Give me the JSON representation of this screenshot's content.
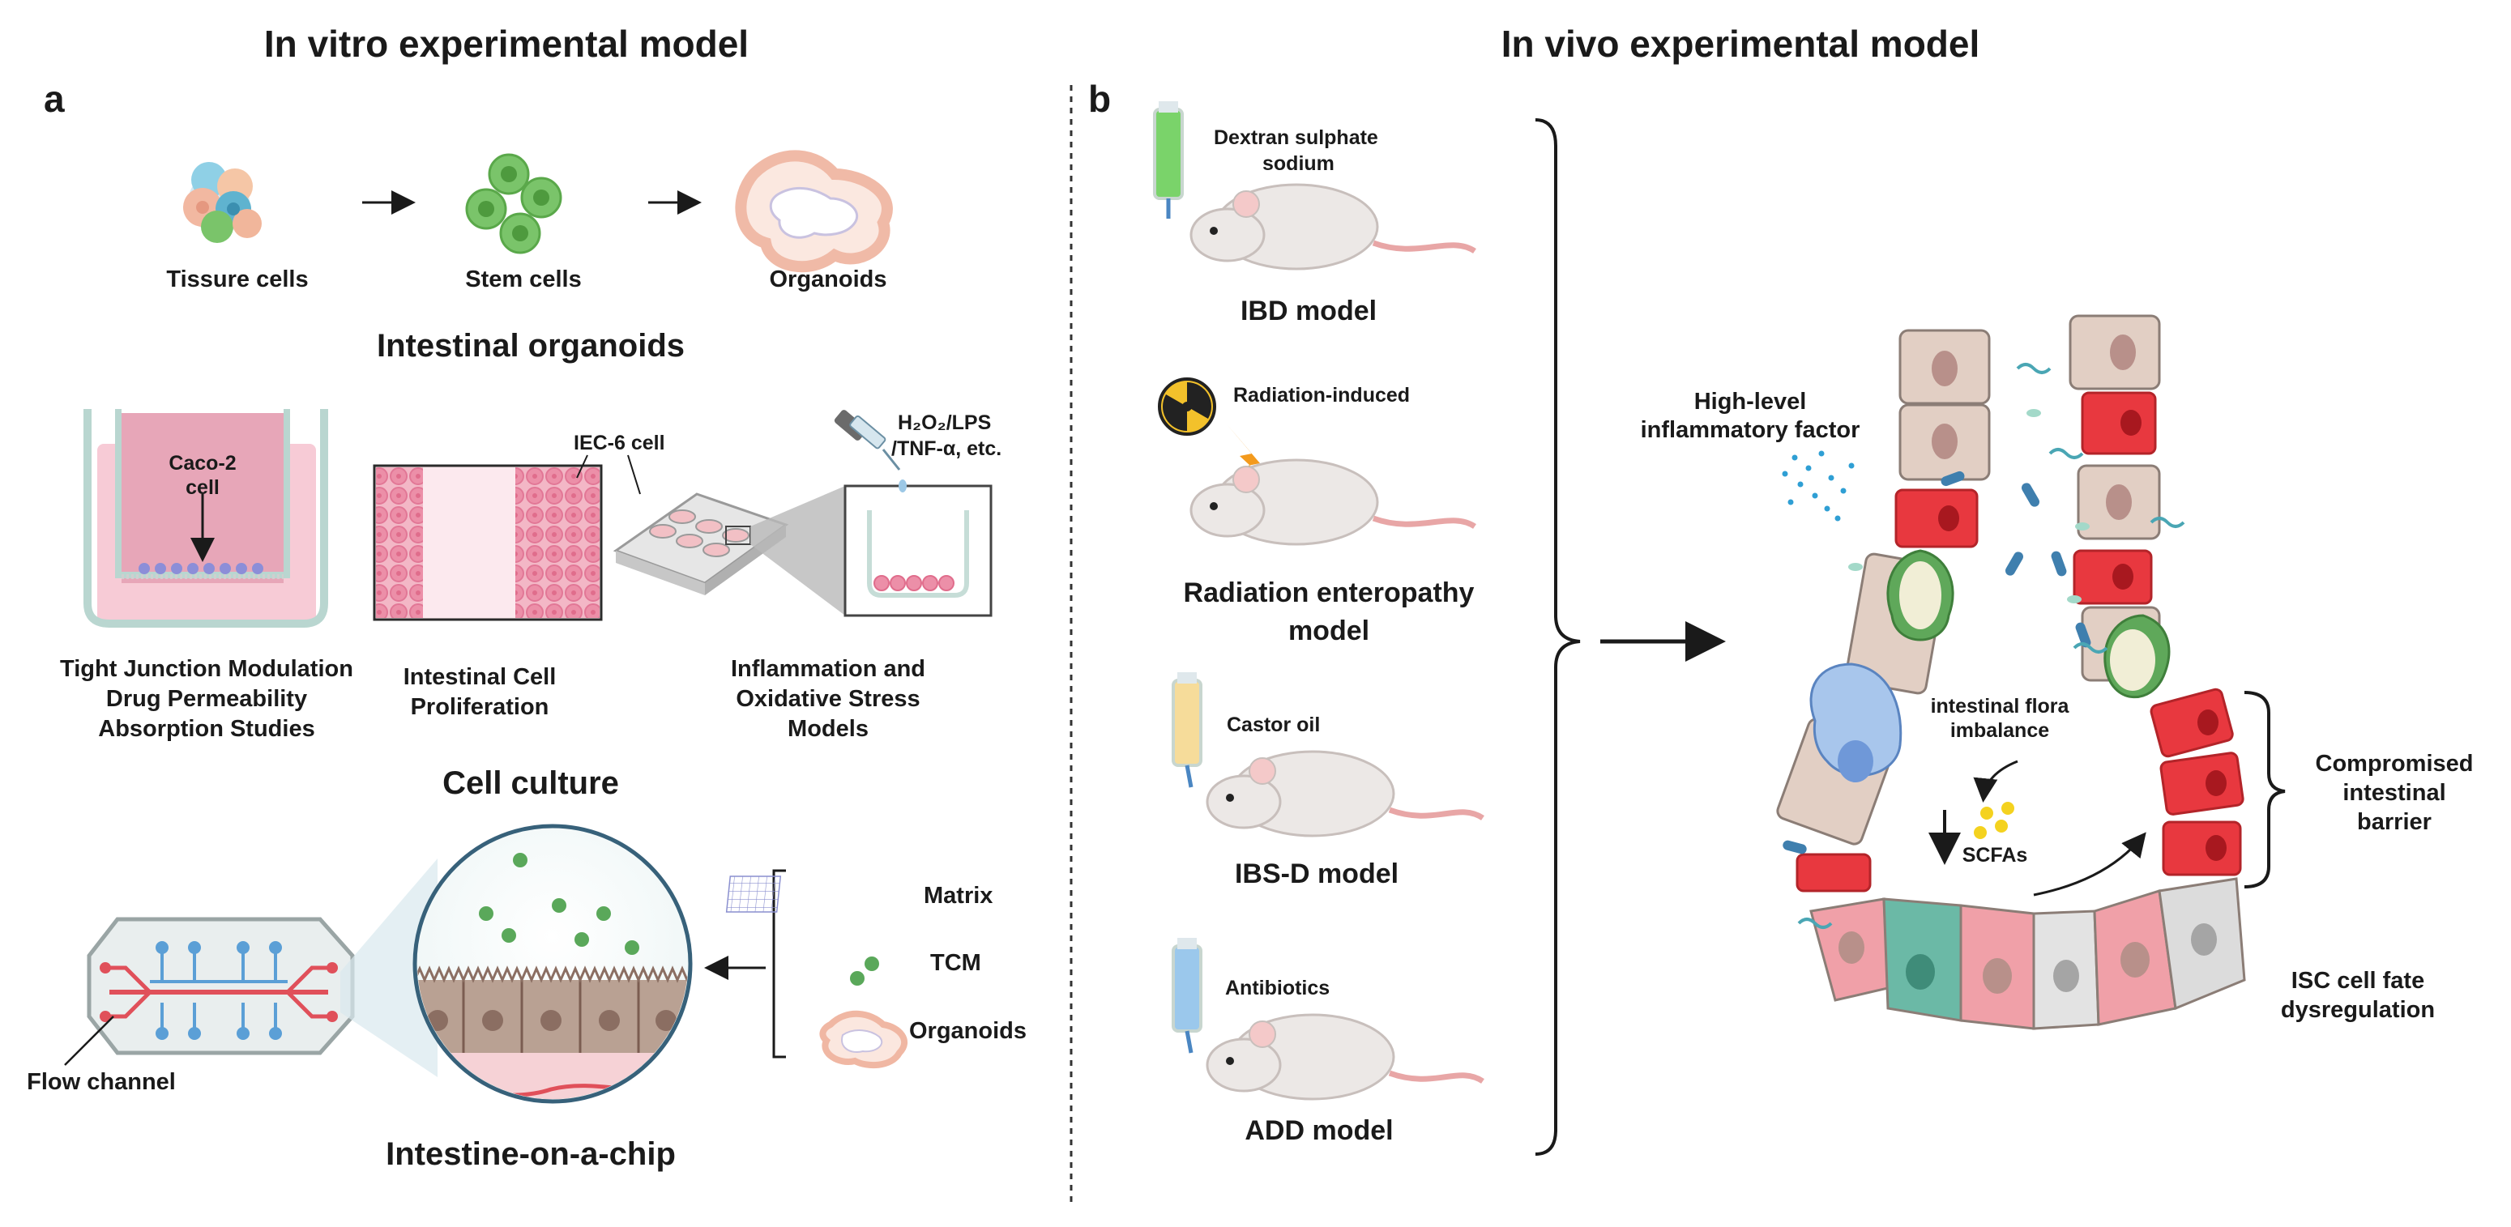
{
  "titles": {
    "left": "In vitro experimental model",
    "right": "In vivo experimental model",
    "panel_a": "a",
    "panel_b": "b"
  },
  "organoid_flow": {
    "tissue_cells": "Tissure cells",
    "stem_cells": "Stem cells",
    "organoids": "Organoids",
    "heading": "Intestinal organoids"
  },
  "cell_culture": {
    "caco2_line1": "Caco-2",
    "caco2_line2": "cell",
    "iec6": "IEC-6 cell",
    "reagent_line1": "H₂O₂/LPS",
    "reagent_line2": "/TNF-α, etc.",
    "tj_line1": "Tight Junction Modulation",
    "tj_line2": "Drug Permeability",
    "tj_line3": "Absorption Studies",
    "prolif_line1": "Intestinal Cell",
    "prolif_line2": "Proliferation",
    "inflam_line1": "Inflammation and",
    "inflam_line2": "Oxidative Stress",
    "inflam_line3": "Models",
    "heading": "Cell culture"
  },
  "chip": {
    "flow_channel": "Flow channel",
    "matrix": "Matrix",
    "tcm": "TCM",
    "organoids": "Organoids",
    "heading": "Intestine-on-a-chip"
  },
  "in_vivo": {
    "dss_line1": "Dextran sulphate",
    "dss_line2": "sodium",
    "ibd": "IBD model",
    "radiation": "Radiation-induced",
    "re_line1": "Radiation enteropathy",
    "re_line2": "model",
    "castor": "Castor oil",
    "ibsd": "IBS-D model",
    "antibiotics": "Antibiotics",
    "add": "ADD model"
  },
  "crypt": {
    "inflam_line1": "High-level",
    "inflam_line2": "inflammatory factor",
    "flora_line1": "intestinal flora",
    "flora_line2": "imbalance",
    "scfas": "SCFAs",
    "barrier_line1": "Compromised",
    "barrier_line2": "intestinal",
    "barrier_line3": "barrier",
    "isc_line1": "ISC cell fate",
    "isc_line2": "dysregulation"
  },
  "colors": {
    "pink_medium": "#f4c3cf",
    "cell_pink": "#ec8fa8",
    "chip_red": "#e0505a",
    "chip_blue": "#5b9fd6",
    "red_cell": "#e8383f",
    "tan_cell": "#e2cfc4",
    "green_goblet": "#5fa85a",
    "mouse": "#ece8e6",
    "mouse_tail": "#e8a6a6"
  }
}
